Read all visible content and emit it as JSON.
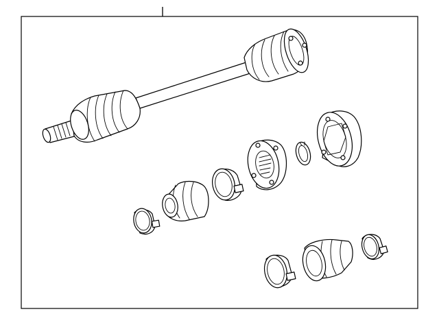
{
  "diagram": {
    "line_color": "#000000",
    "background": "#ffffff",
    "parts": [
      {
        "id": "axle-shaft-assembly"
      },
      {
        "id": "inner-cv-joint-housing"
      },
      {
        "id": "retaining-snap-ring"
      },
      {
        "id": "inner-cv-joint-tripod"
      },
      {
        "id": "inner-boot-clamp-large"
      },
      {
        "id": "inner-cv-boot"
      },
      {
        "id": "inner-boot-clamp-small"
      },
      {
        "id": "outer-boot-clamp-small"
      },
      {
        "id": "outer-cv-boot"
      },
      {
        "id": "outer-boot-clamp-large"
      }
    ]
  }
}
